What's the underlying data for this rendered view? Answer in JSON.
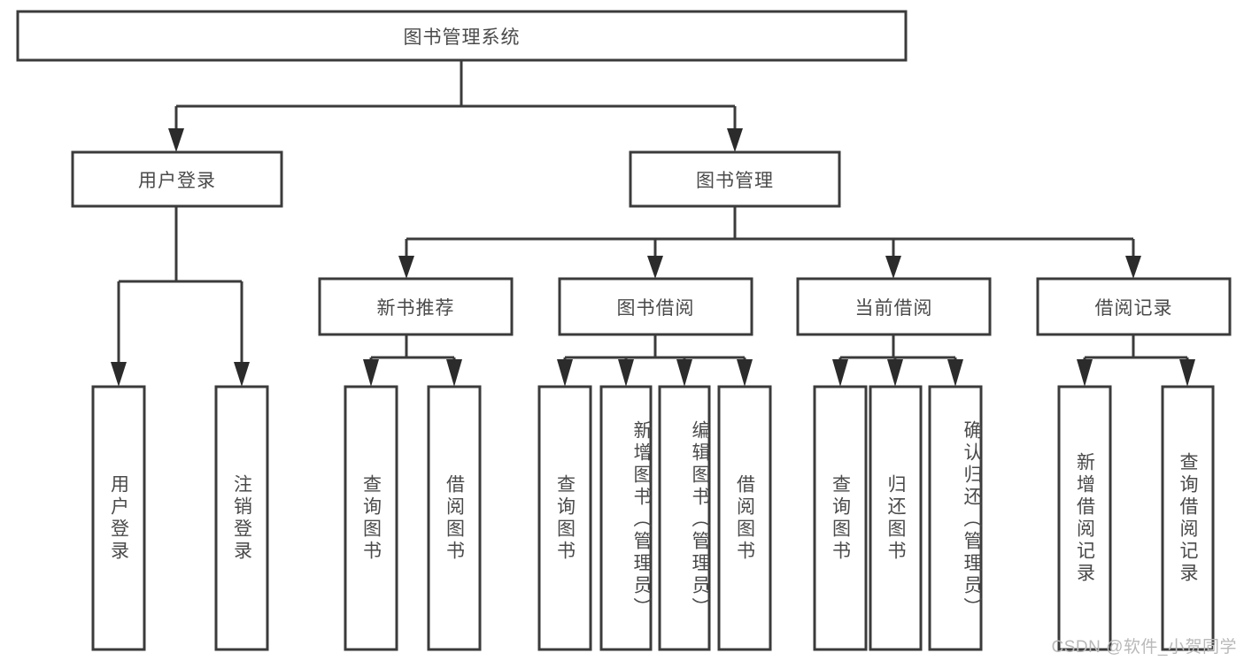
{
  "diagram": {
    "type": "tree-hierarchy-chart",
    "title_node": {
      "label": "图书管理系统"
    },
    "level2": [
      {
        "label": "用户登录"
      },
      {
        "label": "图书管理"
      }
    ],
    "level3": [
      {
        "label": "新书推荐"
      },
      {
        "label": "图书借阅"
      },
      {
        "label": "当前借阅"
      },
      {
        "label": "借阅记录"
      }
    ],
    "leaves": {
      "user_login": [
        {
          "label": "用户登录"
        },
        {
          "label": "注销登录"
        }
      ],
      "new_book_recommend": [
        {
          "label": "查询图书"
        },
        {
          "label": "借阅图书"
        }
      ],
      "book_borrow": [
        {
          "label": "查询图书"
        },
        {
          "label": "新增图书（管理员）"
        },
        {
          "label": "编辑图书（管理员）"
        },
        {
          "label": "借阅图书"
        }
      ],
      "current_borrow": [
        {
          "label": "查询图书"
        },
        {
          "label": "归还图书"
        },
        {
          "label": "确认归还（管理员）"
        }
      ],
      "borrow_record": [
        {
          "label": "新增借阅记录"
        },
        {
          "label": "查询借阅记录"
        }
      ]
    },
    "watermark": {
      "text": "CSDN @软件_小贺同学"
    },
    "colors": {
      "box_stroke": "#3b3b3b",
      "box_fill": "#ffffff",
      "connector": "#3b3b3b",
      "text": "#4a4a4a",
      "watermark": "#b9b9b9",
      "background": "#ffffff"
    }
  }
}
